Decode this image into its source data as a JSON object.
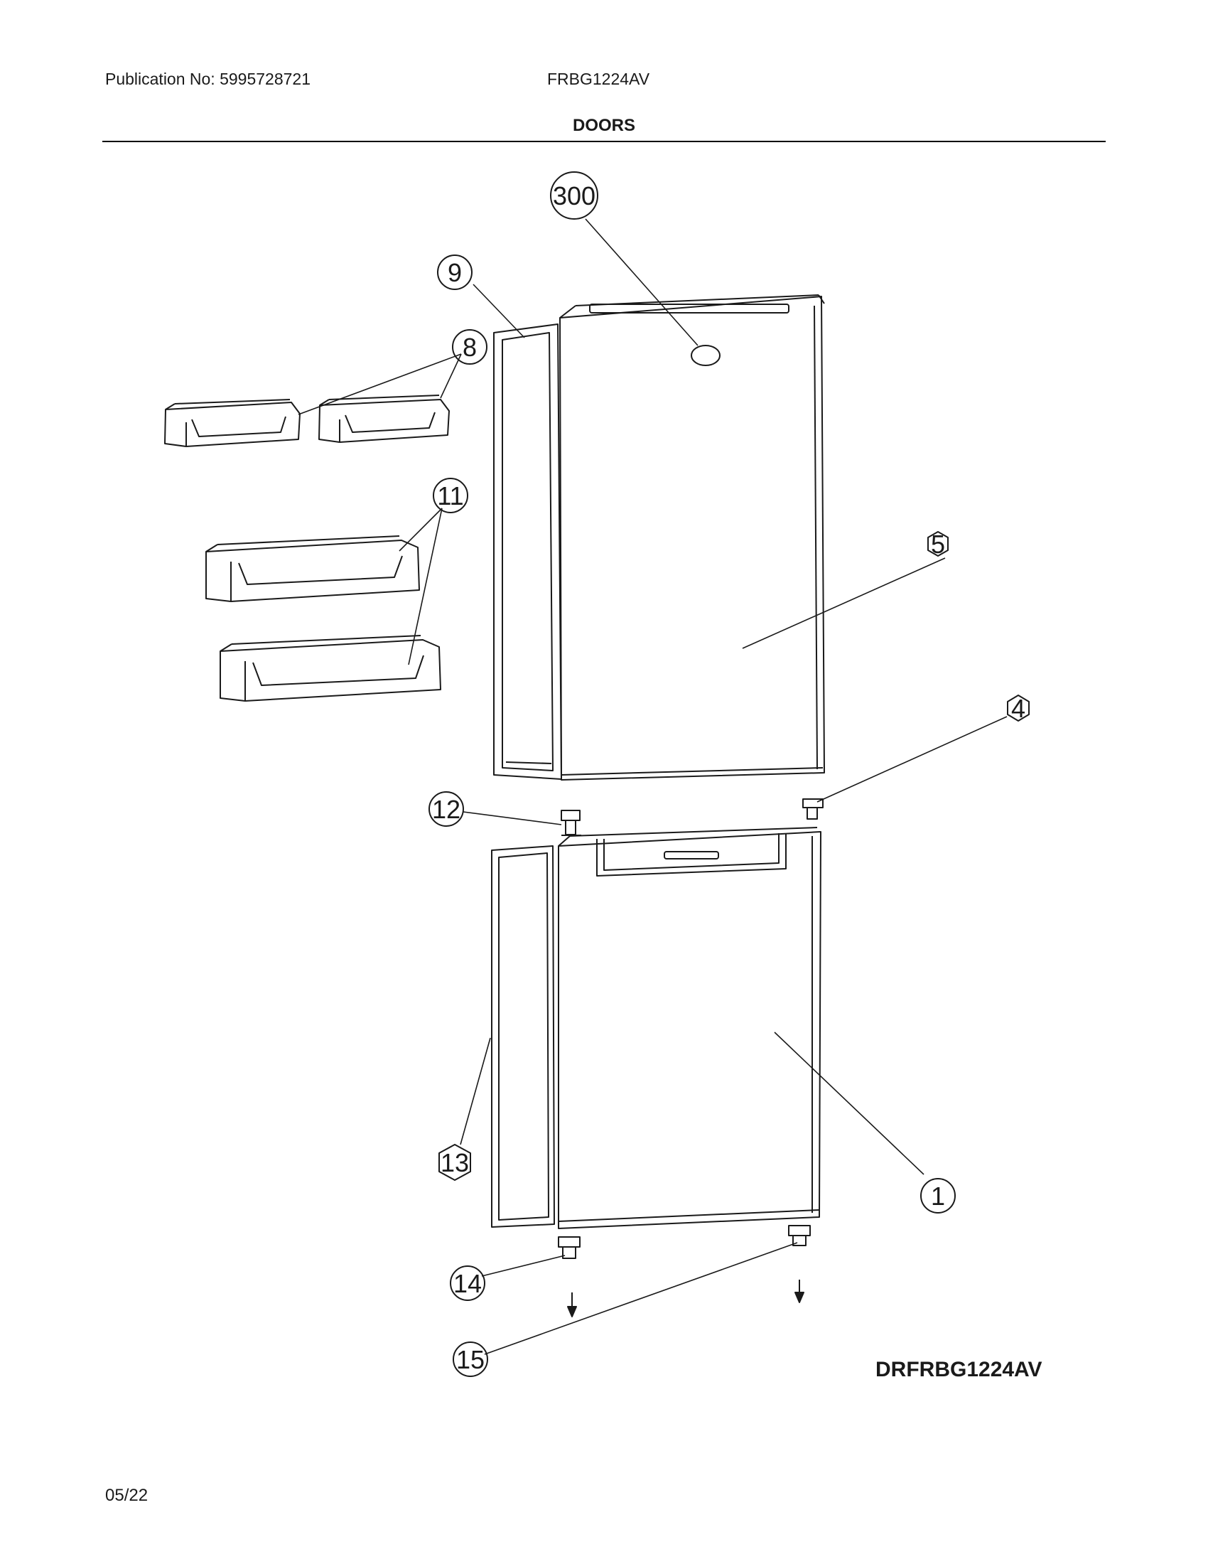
{
  "header": {
    "publication": "Publication No: 5995728721",
    "model": "FRBG1224AV",
    "title": "DOORS"
  },
  "callouts": [
    "300",
    "9",
    "8",
    "11",
    "5",
    "4",
    "12",
    "13",
    "1",
    "14",
    "15"
  ],
  "footer": {
    "drawing_code": "DRFRBG1224AV",
    "date": "05/22"
  }
}
